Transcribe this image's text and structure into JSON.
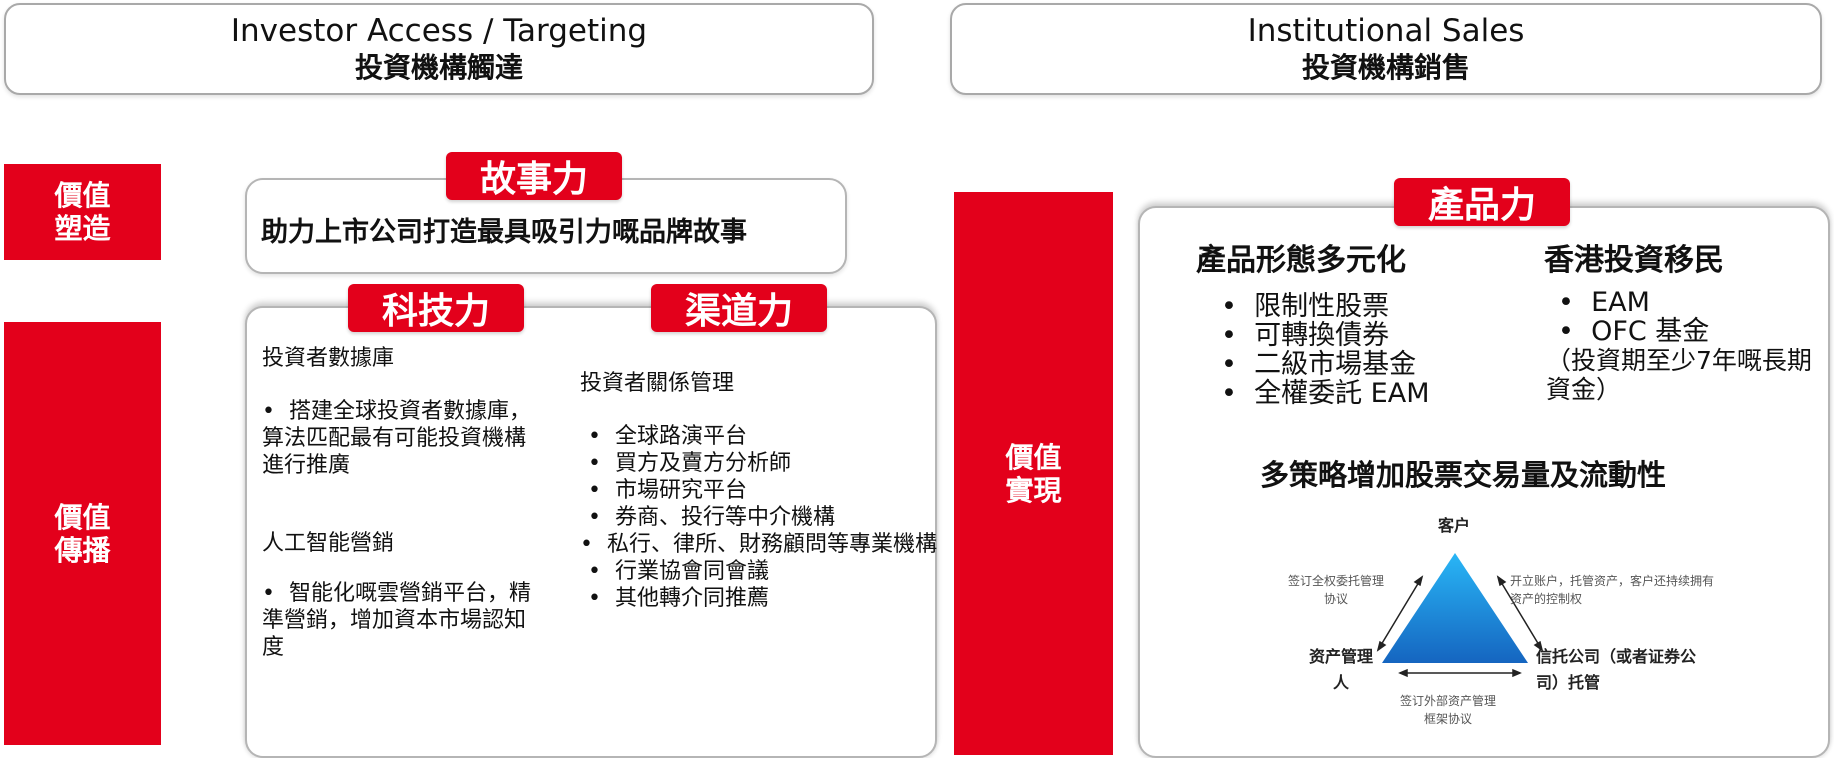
{
  "headers": {
    "left": {
      "en": "Investor Access / Targeting",
      "zh": "投資機構觸達"
    },
    "right": {
      "en": "Institutional Sales",
      "zh": "投資機構銷售"
    }
  },
  "side_labels": {
    "value_creation": "價值塑造",
    "value_spread": "價值傳播",
    "value_realization": "價值實現"
  },
  "story": {
    "tab": "故事力",
    "text": "助力上市公司打造最具吸引力嘅品牌故事"
  },
  "tech": {
    "tab": "科技力",
    "db_title": "投資者數據庫",
    "db_bullet": "搭建全球投資者數據庫，算法匹配最有可能投資機構進行推廣",
    "ai_title": "人工智能營銷",
    "ai_bullet": "智能化嘅雲營銷平台，精準營銷，增加資本市場認知度"
  },
  "channel": {
    "tab": "渠道力",
    "title": "投資者關係管理",
    "items": [
      "全球路演平台",
      "買方及賣方分析師",
      "市場研究平台",
      "券商、投行等中介機構",
      "私行、律所、財務顧問等專業機構",
      "行業協會同會議",
      "其他轉介同推薦"
    ]
  },
  "product": {
    "tab": "產品力",
    "diversified_title": "產品形態多元化",
    "diversified_items": [
      "限制性股票",
      "可轉換債券",
      "二級市場基金",
      "全權委託 EAM"
    ],
    "immigration_title": "香港投資移民",
    "immigration_items": [
      "EAM",
      "OFC 基金"
    ],
    "immigration_note": "（投資期至少7年嘅長期資金）",
    "strategy": "多策略增加股票交易量及流動性"
  },
  "diagram": {
    "top": "客户",
    "left": "资产管理人",
    "right": "信托公司（或者证券公司）托管",
    "left_edge": "签订全权委托管理协议",
    "right_edge": "开立账户，托管资产，客户还持续拥有资产的控制权",
    "bottom_edge": "签订外部资产管理框架协议"
  },
  "colors": {
    "accent": "#e3001b",
    "triangle_top": "#29b6f6",
    "triangle_bottom": "#1565c0"
  }
}
